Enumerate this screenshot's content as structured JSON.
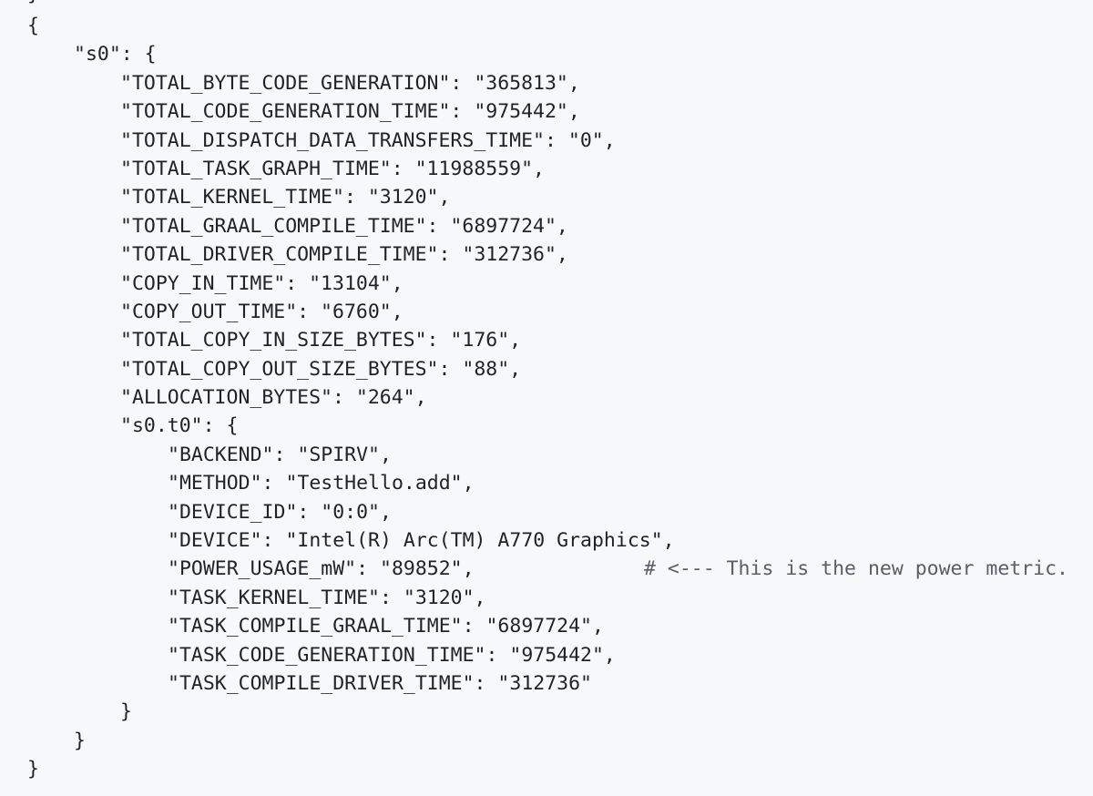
{
  "top_partial": "}",
  "lines": [
    {
      "indent": 0,
      "text": "{"
    },
    {
      "indent": 1,
      "text": "\"s0\": {"
    },
    {
      "indent": 2,
      "text": "\"TOTAL_BYTE_CODE_GENERATION\": \"365813\","
    },
    {
      "indent": 2,
      "text": "\"TOTAL_CODE_GENERATION_TIME\": \"975442\","
    },
    {
      "indent": 2,
      "text": "\"TOTAL_DISPATCH_DATA_TRANSFERS_TIME\": \"0\","
    },
    {
      "indent": 2,
      "text": "\"TOTAL_TASK_GRAPH_TIME\": \"11988559\","
    },
    {
      "indent": 2,
      "text": "\"TOTAL_KERNEL_TIME\": \"3120\","
    },
    {
      "indent": 2,
      "text": "\"TOTAL_GRAAL_COMPILE_TIME\": \"6897724\","
    },
    {
      "indent": 2,
      "text": "\"TOTAL_DRIVER_COMPILE_TIME\": \"312736\","
    },
    {
      "indent": 2,
      "text": "\"COPY_IN_TIME\": \"13104\","
    },
    {
      "indent": 2,
      "text": "\"COPY_OUT_TIME\": \"6760\","
    },
    {
      "indent": 2,
      "text": "\"TOTAL_COPY_IN_SIZE_BYTES\": \"176\","
    },
    {
      "indent": 2,
      "text": "\"TOTAL_COPY_OUT_SIZE_BYTES\": \"88\","
    },
    {
      "indent": 2,
      "text": "\"ALLOCATION_BYTES\": \"264\","
    },
    {
      "indent": 2,
      "text": "\"s0.t0\": {"
    },
    {
      "indent": 3,
      "text": "\"BACKEND\": \"SPIRV\","
    },
    {
      "indent": 3,
      "text": "\"METHOD\": \"TestHello.add\","
    },
    {
      "indent": 3,
      "text": "\"DEVICE_ID\": \"0:0\","
    },
    {
      "indent": 3,
      "text": "\"DEVICE\": \"Intel(R) Arc(TM) A770 Graphics\","
    },
    {
      "indent": 3,
      "text": "\"POWER_USAGE_mW\": \"89852\",",
      "comment": "# <--- This is the new power metric."
    },
    {
      "indent": 3,
      "text": "\"TASK_KERNEL_TIME\": \"3120\","
    },
    {
      "indent": 3,
      "text": "\"TASK_COMPILE_GRAAL_TIME\": \"6897724\","
    },
    {
      "indent": 3,
      "text": "\"TASK_CODE_GENERATION_TIME\": \"975442\","
    },
    {
      "indent": 3,
      "text": "\"TASK_COMPILE_DRIVER_TIME\": \"312736\""
    },
    {
      "indent": 2,
      "text": "}"
    },
    {
      "indent": 1,
      "text": "}"
    },
    {
      "indent": 0,
      "text": "}"
    }
  ]
}
